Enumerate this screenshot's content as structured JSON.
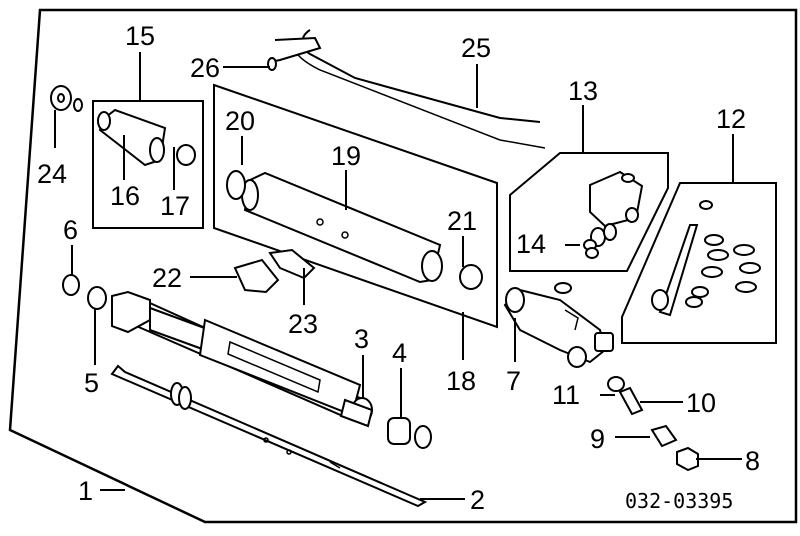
{
  "diagram": {
    "reference_code": "032-03395",
    "callouts": {
      "p1": "1",
      "p2": "2",
      "p3": "3",
      "p4": "4",
      "p5": "5",
      "p6": "6",
      "p7": "7",
      "p8": "8",
      "p9": "9",
      "p10": "10",
      "p11": "11",
      "p12": "12",
      "p13": "13",
      "p14": "14",
      "p15": "15",
      "p16": "16",
      "p17": "17",
      "p18": "18",
      "p19": "19",
      "p20": "20",
      "p21": "21",
      "p22": "22",
      "p23": "23",
      "p24": "24",
      "p25": "25",
      "p26": "26"
    }
  }
}
